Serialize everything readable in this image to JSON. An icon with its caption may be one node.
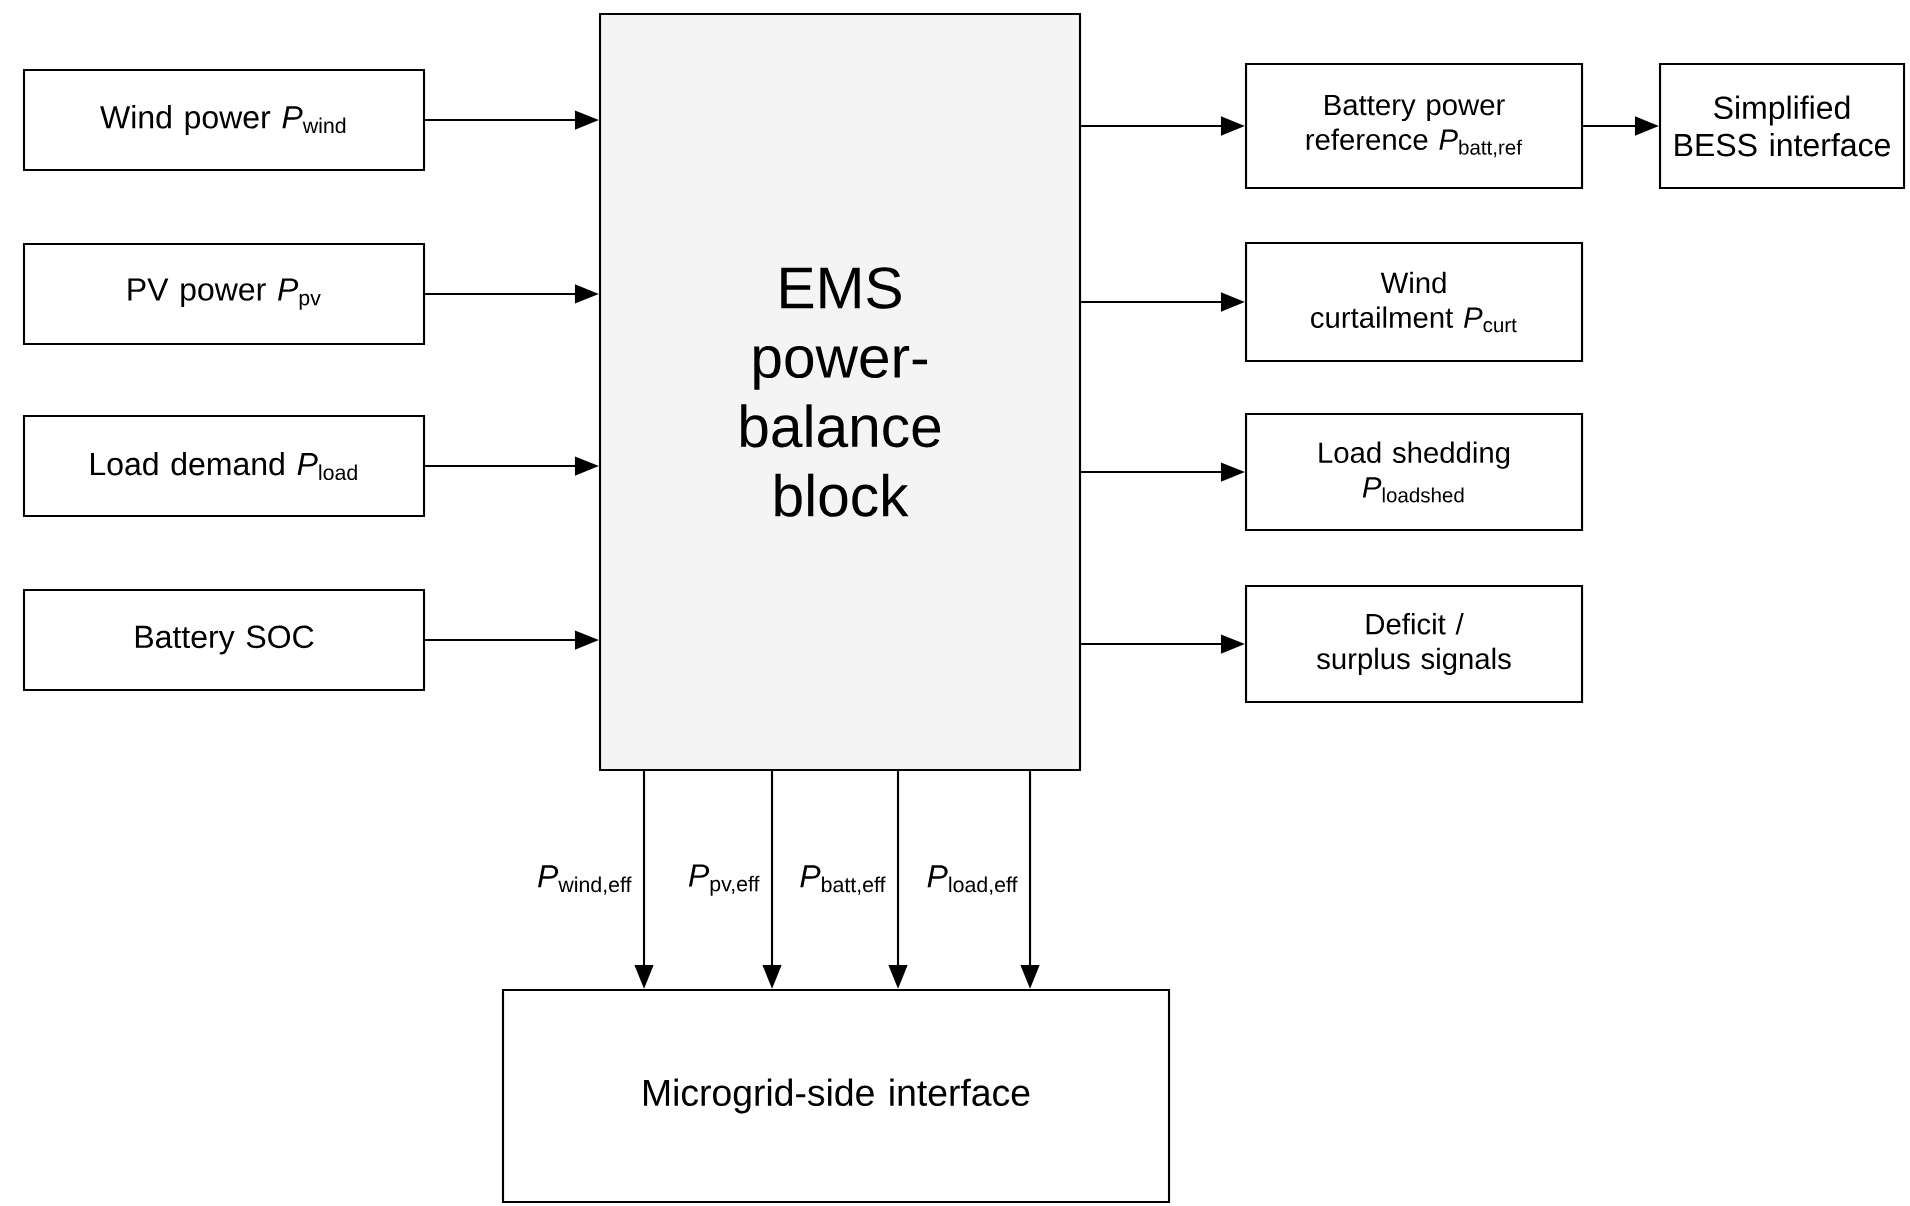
{
  "diagram": {
    "nodes": [
      {
        "text": [
          "Wind power *P*$_{wind}$"
        ]
      },
      {
        "text": [
          "PV power *P*$_{pv}$"
        ]
      },
      {
        "text": [
          "Load demand *P*$_{load}$"
        ]
      },
      {
        "text": [
          "Battery SOC"
        ]
      },
      {
        "text": [
          "EMS power-balance block"
        ]
      },
      {
        "text": [
          "Battery power reference *P*$_{batt,ref}$"
        ]
      },
      {
        "text": [
          "Simplified BESS interface"
        ]
      },
      {
        "text": [
          "Wind curtailment *P*$_{curt}$"
        ]
      },
      {
        "text": [
          "Load shedding *P*$_{loadshed}$"
        ]
      },
      {
        "text": [
          "Deficit / surplus signals"
        ]
      },
      {
        "text": [
          "Microgrid-side interface"
        ]
      }
    ],
    "edges": [
      {
        "from": 0,
        "to": 4,
        "arrow": "to"
      },
      {
        "from": 1,
        "to": 4,
        "arrow": "to"
      },
      {
        "from": 2,
        "to": 4,
        "arrow": "to"
      },
      {
        "from": 3,
        "to": 4,
        "arrow": "to"
      },
      {
        "from": 4,
        "to": 5,
        "arrow": "to"
      },
      {
        "from": 5,
        "to": 6,
        "arrow": "to"
      },
      {
        "from": 4,
        "to": 7,
        "arrow": "to"
      },
      {
        "from": 4,
        "to": 8,
        "arrow": "to"
      },
      {
        "from": 4,
        "to": 9,
        "arrow": "to"
      },
      {
        "from": 4,
        "to": 10,
        "arrow": "to",
        "label": "*P*$_{wind,eff}$"
      },
      {
        "from": 4,
        "to": 10,
        "arrow": "to",
        "label": "*P*$_{pv,eff}$"
      },
      {
        "from": 4,
        "to": 10,
        "arrow": "to",
        "label": "*P*$_{batt,eff}$"
      },
      {
        "from": 4,
        "to": 10,
        "arrow": "to",
        "label": "*P*$_{load,eff}$"
      }
    ]
  }
}
